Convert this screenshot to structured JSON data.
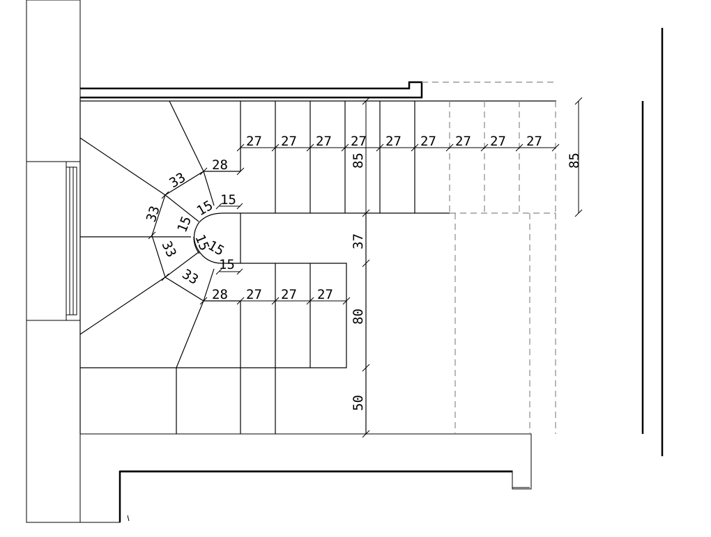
{
  "dimensions": {
    "top_treads": [
      "27",
      "27",
      "27",
      "27",
      "27",
      "27",
      "27",
      "27",
      "27"
    ],
    "top_flight_width": "85",
    "top_flight_width_right": "85",
    "upper_first_tread": "28",
    "upper_winder_outer": "33",
    "upper_winder_mid": "33",
    "upper_inner_1": "15",
    "upper_inner_2": "15",
    "upper_inner_3": "15",
    "lower_inner_1": "15",
    "lower_inner_2": "15",
    "lower_inner_3": "15",
    "lower_winder_mid": "33",
    "lower_winder_outer": "33",
    "lower_first_tread": "28",
    "bottom_treads": [
      "27",
      "27",
      "27"
    ],
    "gap": "37",
    "bottom_flight_width": "80",
    "landing": "50"
  }
}
